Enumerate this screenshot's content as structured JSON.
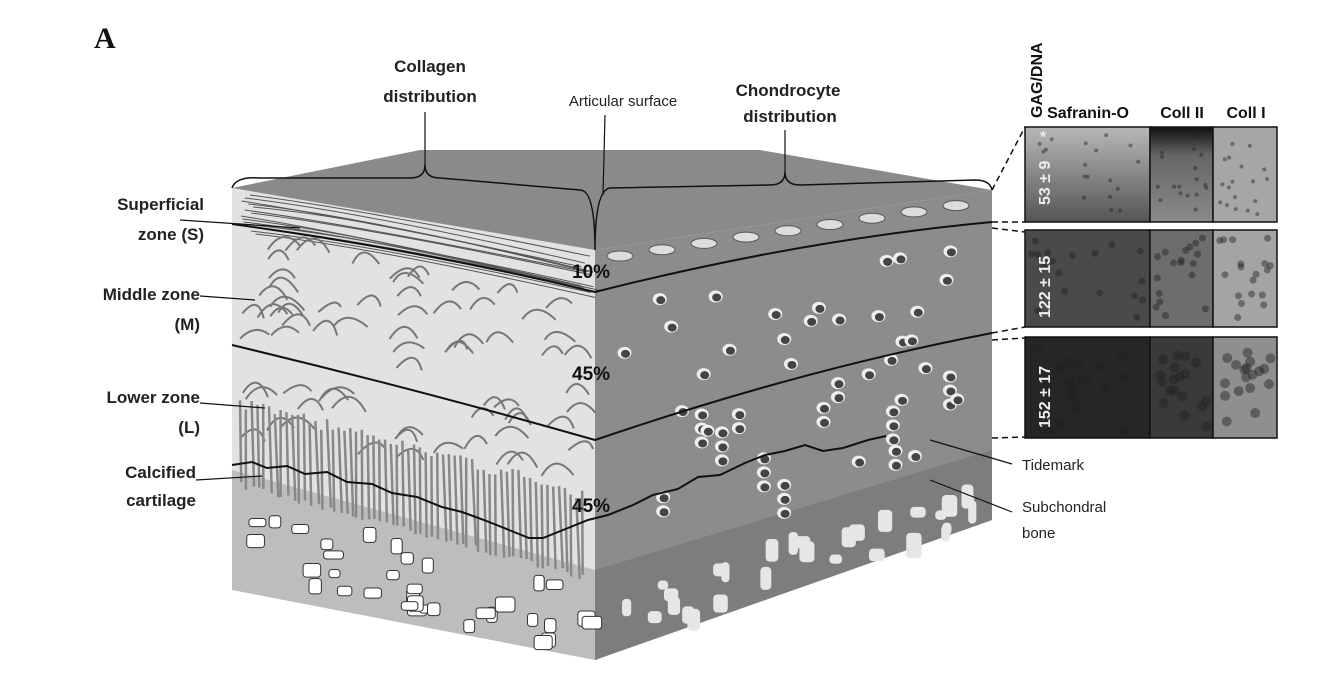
{
  "panel_letter": "A",
  "top_labels": {
    "collagen": [
      "Collagen",
      "distribution"
    ],
    "articular_surface": "Articular surface",
    "chondrocyte": [
      "Chondrocyte",
      "distribution"
    ]
  },
  "zones": {
    "superficial": [
      "Superficial",
      "zone (S)"
    ],
    "middle": [
      "Middle zone",
      "(M)"
    ],
    "lower": [
      "Lower zone",
      "(L)"
    ],
    "calcified": [
      "Calcified",
      "cartilage"
    ]
  },
  "percentages": [
    "10%",
    "45%",
    "45%"
  ],
  "right_labels": {
    "tidemark": "Tidemark",
    "subchondral": [
      "Subchondral",
      "bone"
    ]
  },
  "histology": {
    "gag_header": "GAG/DNA",
    "columns": [
      "Safranin-O",
      "Coll II",
      "Coll I"
    ],
    "gag_values": [
      "53 ± 9",
      "122 ± 15",
      "152 ± 17"
    ],
    "significance_mark": "*"
  },
  "colors": {
    "top_face": "#8a8a8a",
    "left_face": "#e2e2e2",
    "right_face": "#8c8c8c",
    "bone_left": "#bdbdbd",
    "bone_right": "#7d7d7d"
  }
}
